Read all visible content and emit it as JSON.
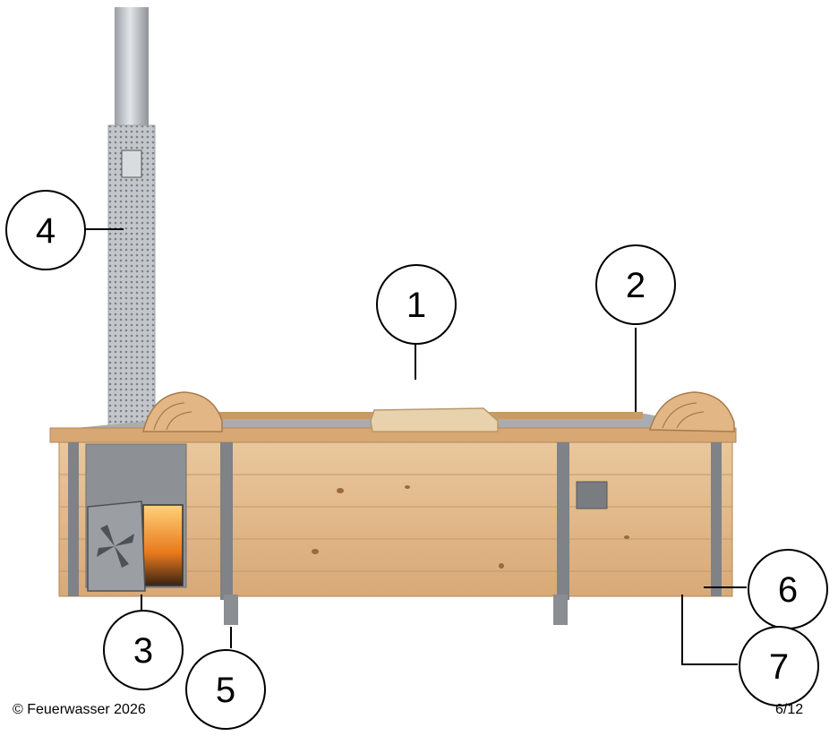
{
  "callouts": {
    "c1": "1",
    "c2": "2",
    "c3": "3",
    "c4": "4",
    "c5": "5",
    "c6": "6",
    "c7": "7"
  },
  "footer": {
    "copyright": "© Feuerwasser 2026",
    "page": "6/12"
  },
  "colors": {
    "wood": "#e2b98a",
    "wood_dark": "#c99a66",
    "steel": "#8a8a8a",
    "chimney": "#b8bcc0",
    "fire": "#e8781c"
  }
}
